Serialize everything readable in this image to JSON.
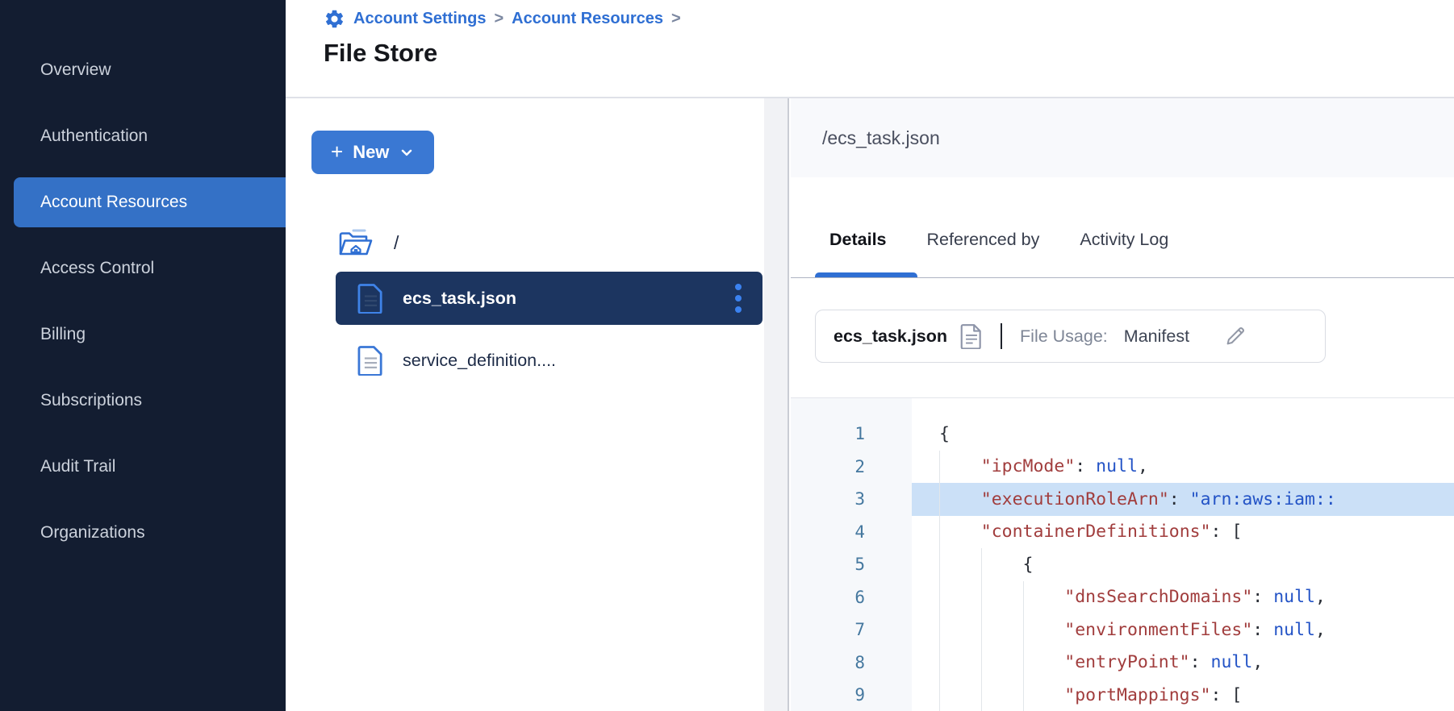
{
  "sidebar": {
    "items": [
      {
        "label": "Overview",
        "selected": false
      },
      {
        "label": "Authentication",
        "selected": false
      },
      {
        "label": "Account Resources",
        "selected": true
      },
      {
        "label": "Access Control",
        "selected": false
      },
      {
        "label": "Billing",
        "selected": false
      },
      {
        "label": "Subscriptions",
        "selected": false
      },
      {
        "label": "Audit Trail",
        "selected": false
      },
      {
        "label": "Organizations",
        "selected": false
      }
    ]
  },
  "breadcrumb": {
    "items": [
      "Account Settings",
      "Account Resources"
    ],
    "separator": ">"
  },
  "page": {
    "title": "File Store"
  },
  "file_panel": {
    "new_button_label": "New",
    "new_button_plus": "+",
    "root_label": "/",
    "files": [
      {
        "name": "ecs_task.json",
        "selected": true
      },
      {
        "name": "service_definition....",
        "selected": false
      }
    ]
  },
  "details_panel": {
    "path": "/ecs_task.json",
    "tabs": [
      {
        "label": "Details",
        "active": true
      },
      {
        "label": "Referenced by",
        "active": false
      },
      {
        "label": "Activity Log",
        "active": false
      }
    ],
    "file_card": {
      "name": "ecs_task.json",
      "usage_label": "File Usage:",
      "usage_value": "Manifest"
    }
  },
  "code": {
    "lines": [
      {
        "n": "1",
        "indent": 0,
        "highlight": false,
        "segs": [
          {
            "t": "{",
            "c": "p"
          }
        ]
      },
      {
        "n": "2",
        "indent": 4,
        "highlight": false,
        "segs": [
          {
            "t": "\"ipcMode\"",
            "c": "k"
          },
          {
            "t": ": ",
            "c": "p"
          },
          {
            "t": "null",
            "c": "v"
          },
          {
            "t": ",",
            "c": "p"
          }
        ]
      },
      {
        "n": "3",
        "indent": 4,
        "highlight": true,
        "segs": [
          {
            "t": "\"executionRoleArn\"",
            "c": "k"
          },
          {
            "t": ": ",
            "c": "p"
          },
          {
            "t": "\"arn:aws:iam::",
            "c": "s"
          }
        ]
      },
      {
        "n": "4",
        "indent": 4,
        "highlight": false,
        "segs": [
          {
            "t": "\"containerDefinitions\"",
            "c": "k"
          },
          {
            "t": ": ",
            "c": "p"
          },
          {
            "t": "[",
            "c": "p"
          }
        ]
      },
      {
        "n": "5",
        "indent": 8,
        "highlight": false,
        "segs": [
          {
            "t": "{",
            "c": "p"
          }
        ]
      },
      {
        "n": "6",
        "indent": 12,
        "highlight": false,
        "segs": [
          {
            "t": "\"dnsSearchDomains\"",
            "c": "k"
          },
          {
            "t": ": ",
            "c": "p"
          },
          {
            "t": "null",
            "c": "v"
          },
          {
            "t": ",",
            "c": "p"
          }
        ]
      },
      {
        "n": "7",
        "indent": 12,
        "highlight": false,
        "segs": [
          {
            "t": "\"environmentFiles\"",
            "c": "k"
          },
          {
            "t": ": ",
            "c": "p"
          },
          {
            "t": "null",
            "c": "v"
          },
          {
            "t": ",",
            "c": "p"
          }
        ]
      },
      {
        "n": "8",
        "indent": 12,
        "highlight": false,
        "segs": [
          {
            "t": "\"entryPoint\"",
            "c": "k"
          },
          {
            "t": ": ",
            "c": "p"
          },
          {
            "t": "null",
            "c": "v"
          },
          {
            "t": ",",
            "c": "p"
          }
        ]
      },
      {
        "n": "9",
        "indent": 12,
        "highlight": false,
        "segs": [
          {
            "t": "\"portMappings\"",
            "c": "k"
          },
          {
            "t": ": ",
            "c": "p"
          },
          {
            "t": "[",
            "c": "p"
          }
        ]
      }
    ]
  },
  "colors": {
    "accent_blue": "#2f6fd3",
    "sidebar_bg": "#131d31",
    "selected_row_bg": "#1c3560",
    "highlight_line_bg": "#cbe0f7",
    "code_key": "#a13d3d",
    "code_value": "#2353c6",
    "line_number": "#45789f"
  }
}
